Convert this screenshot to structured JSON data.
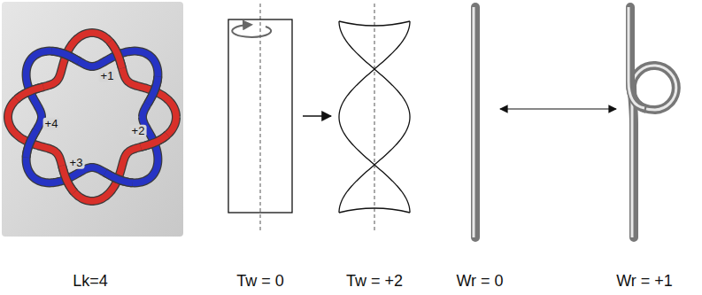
{
  "diagram": {
    "labels": [
      "+1",
      "+2",
      "+3",
      "+4",
      "Lk=4",
      "Tw = 0",
      "Tw = +2",
      "Wr = 0",
      "Wr = +1"
    ]
  }
}
